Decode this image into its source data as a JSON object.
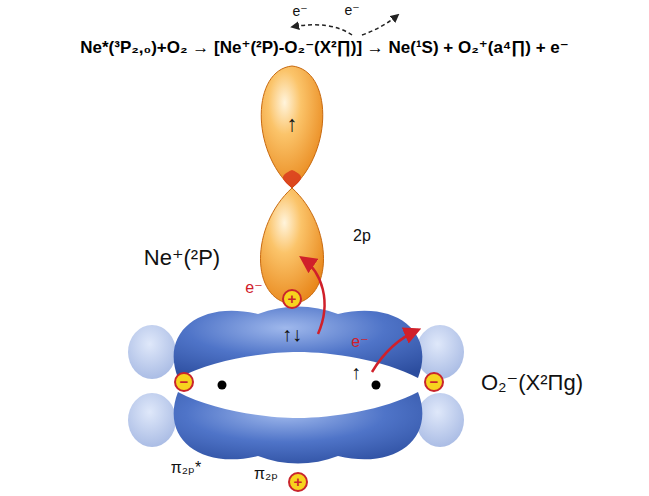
{
  "diagram": {
    "title": "Ne*(³P₂,₀)+O₂ → [Ne⁺(²P)-O₂⁻(X²∏)] → Ne(¹S) + O₂⁺(a⁴∏) + e⁻",
    "labels": [
      "e⁻",
      "e⁻",
      "↑",
      "Ne⁺(²P)",
      "2p",
      "e⁻",
      "+",
      "↑↓",
      "↑",
      "e⁻",
      "−",
      "−",
      "O₂⁻(X²Πg)",
      "π₂ₚ*",
      "π₂ₚ",
      "+"
    ]
  }
}
